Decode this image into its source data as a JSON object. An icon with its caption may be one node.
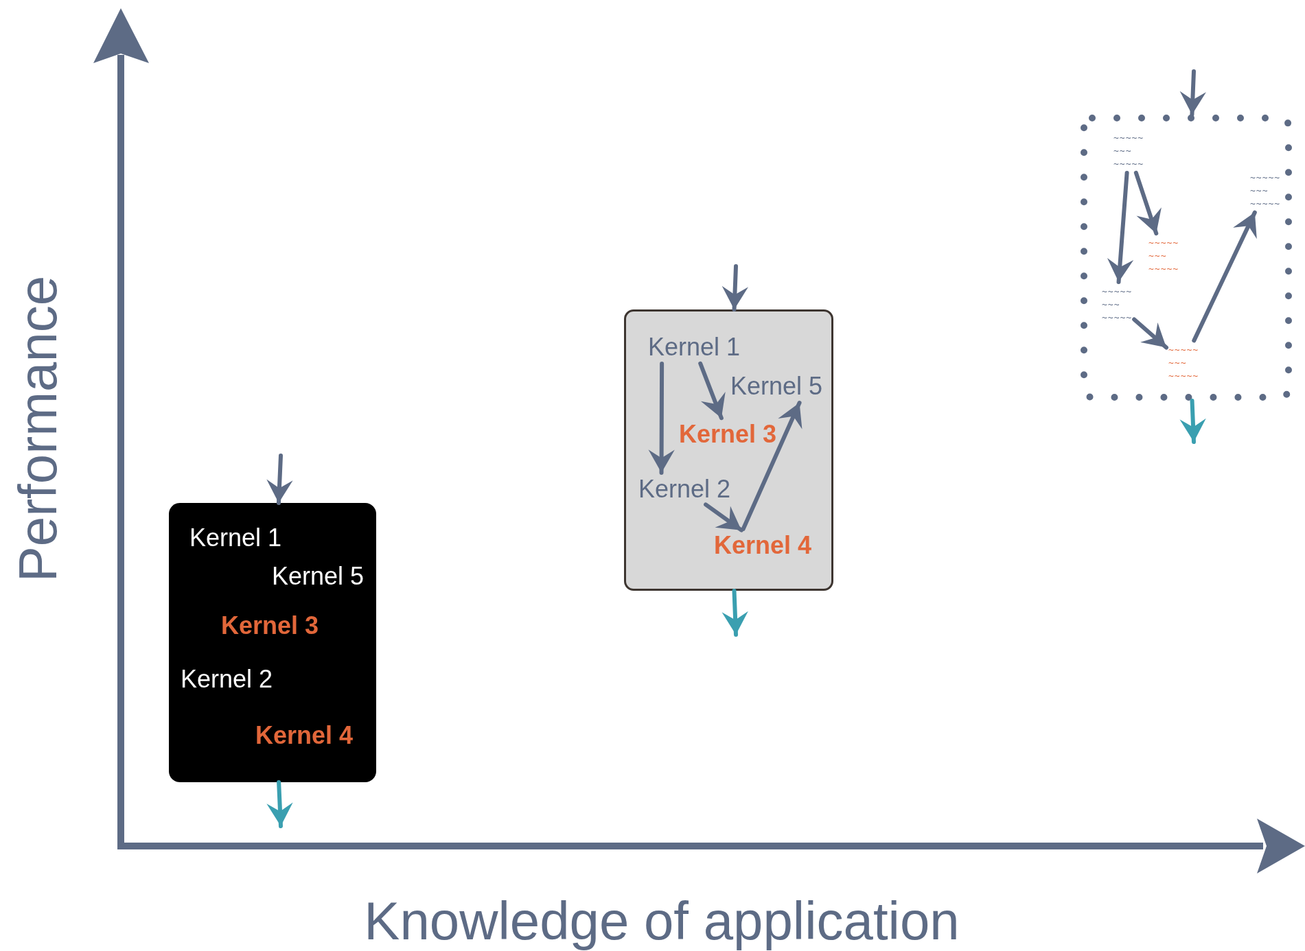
{
  "diagram": {
    "nodes": [
      {
        "text": [
          "Kernel 1",
          "Kernel 5",
          "Kernel 3",
          "Kernel 2",
          "Kernel 4"
        ]
      },
      {
        "text": [],
        "shape": "box"
      },
      {
        "text": [
          "Kernel 1"
        ],
        "in": 1
      },
      {
        "text": [
          "Kernel 5"
        ],
        "in": 1
      },
      {
        "text": [
          "Kernel 3"
        ],
        "in": 1
      },
      {
        "text": [
          "Kernel 2"
        ],
        "in": 1
      },
      {
        "text": [
          "Kernel 4"
        ],
        "in": 1
      },
      {
        "text": [],
        "shape": "box"
      },
      {
        "text": [
          "~~~~~ ~~~ ~~~~~"
        ],
        "in": 7
      },
      {
        "text": [
          "~~~~~ ~~~ ~~~~~"
        ],
        "in": 7
      },
      {
        "text": [
          "~~~~~ ~~~ ~~~~~"
        ],
        "in": 7
      },
      {
        "text": [
          "~~~~~ ~~~ ~~~~~"
        ],
        "in": 7
      },
      {
        "text": [
          "~~~~~ ~~~ ~~~~~"
        ],
        "in": 7
      }
    ],
    "edges": [
      {
        "from": null,
        "to": 0,
        "arrow": "to"
      },
      {
        "from": 0,
        "to": null,
        "arrow": "to",
        "color": "#3a9fb0"
      },
      {
        "from": null,
        "to": 1,
        "arrow": "to"
      },
      {
        "from": 1,
        "to": null,
        "arrow": "to",
        "color": "#3a9fb0"
      },
      {
        "from": 2,
        "to": 5,
        "arrow": "to"
      },
      {
        "from": 2,
        "to": 4,
        "arrow": "to"
      },
      {
        "from": 5,
        "to": 6,
        "arrow": "to"
      },
      {
        "from": 6,
        "to": 3,
        "arrow": "to"
      },
      {
        "from": null,
        "to": 7,
        "arrow": "to"
      },
      {
        "from": 7,
        "to": null,
        "arrow": "to",
        "color": "#3a9fb0"
      },
      {
        "from": 8,
        "to": 11,
        "arrow": "to"
      },
      {
        "from": 8,
        "to": 10,
        "arrow": "to"
      },
      {
        "from": 11,
        "to": 12,
        "arrow": "to"
      },
      {
        "from": 12,
        "to": 9,
        "arrow": "to"
      }
    ],
    "labels": [
      "Performance",
      "Knowledge of application"
    ]
  }
}
